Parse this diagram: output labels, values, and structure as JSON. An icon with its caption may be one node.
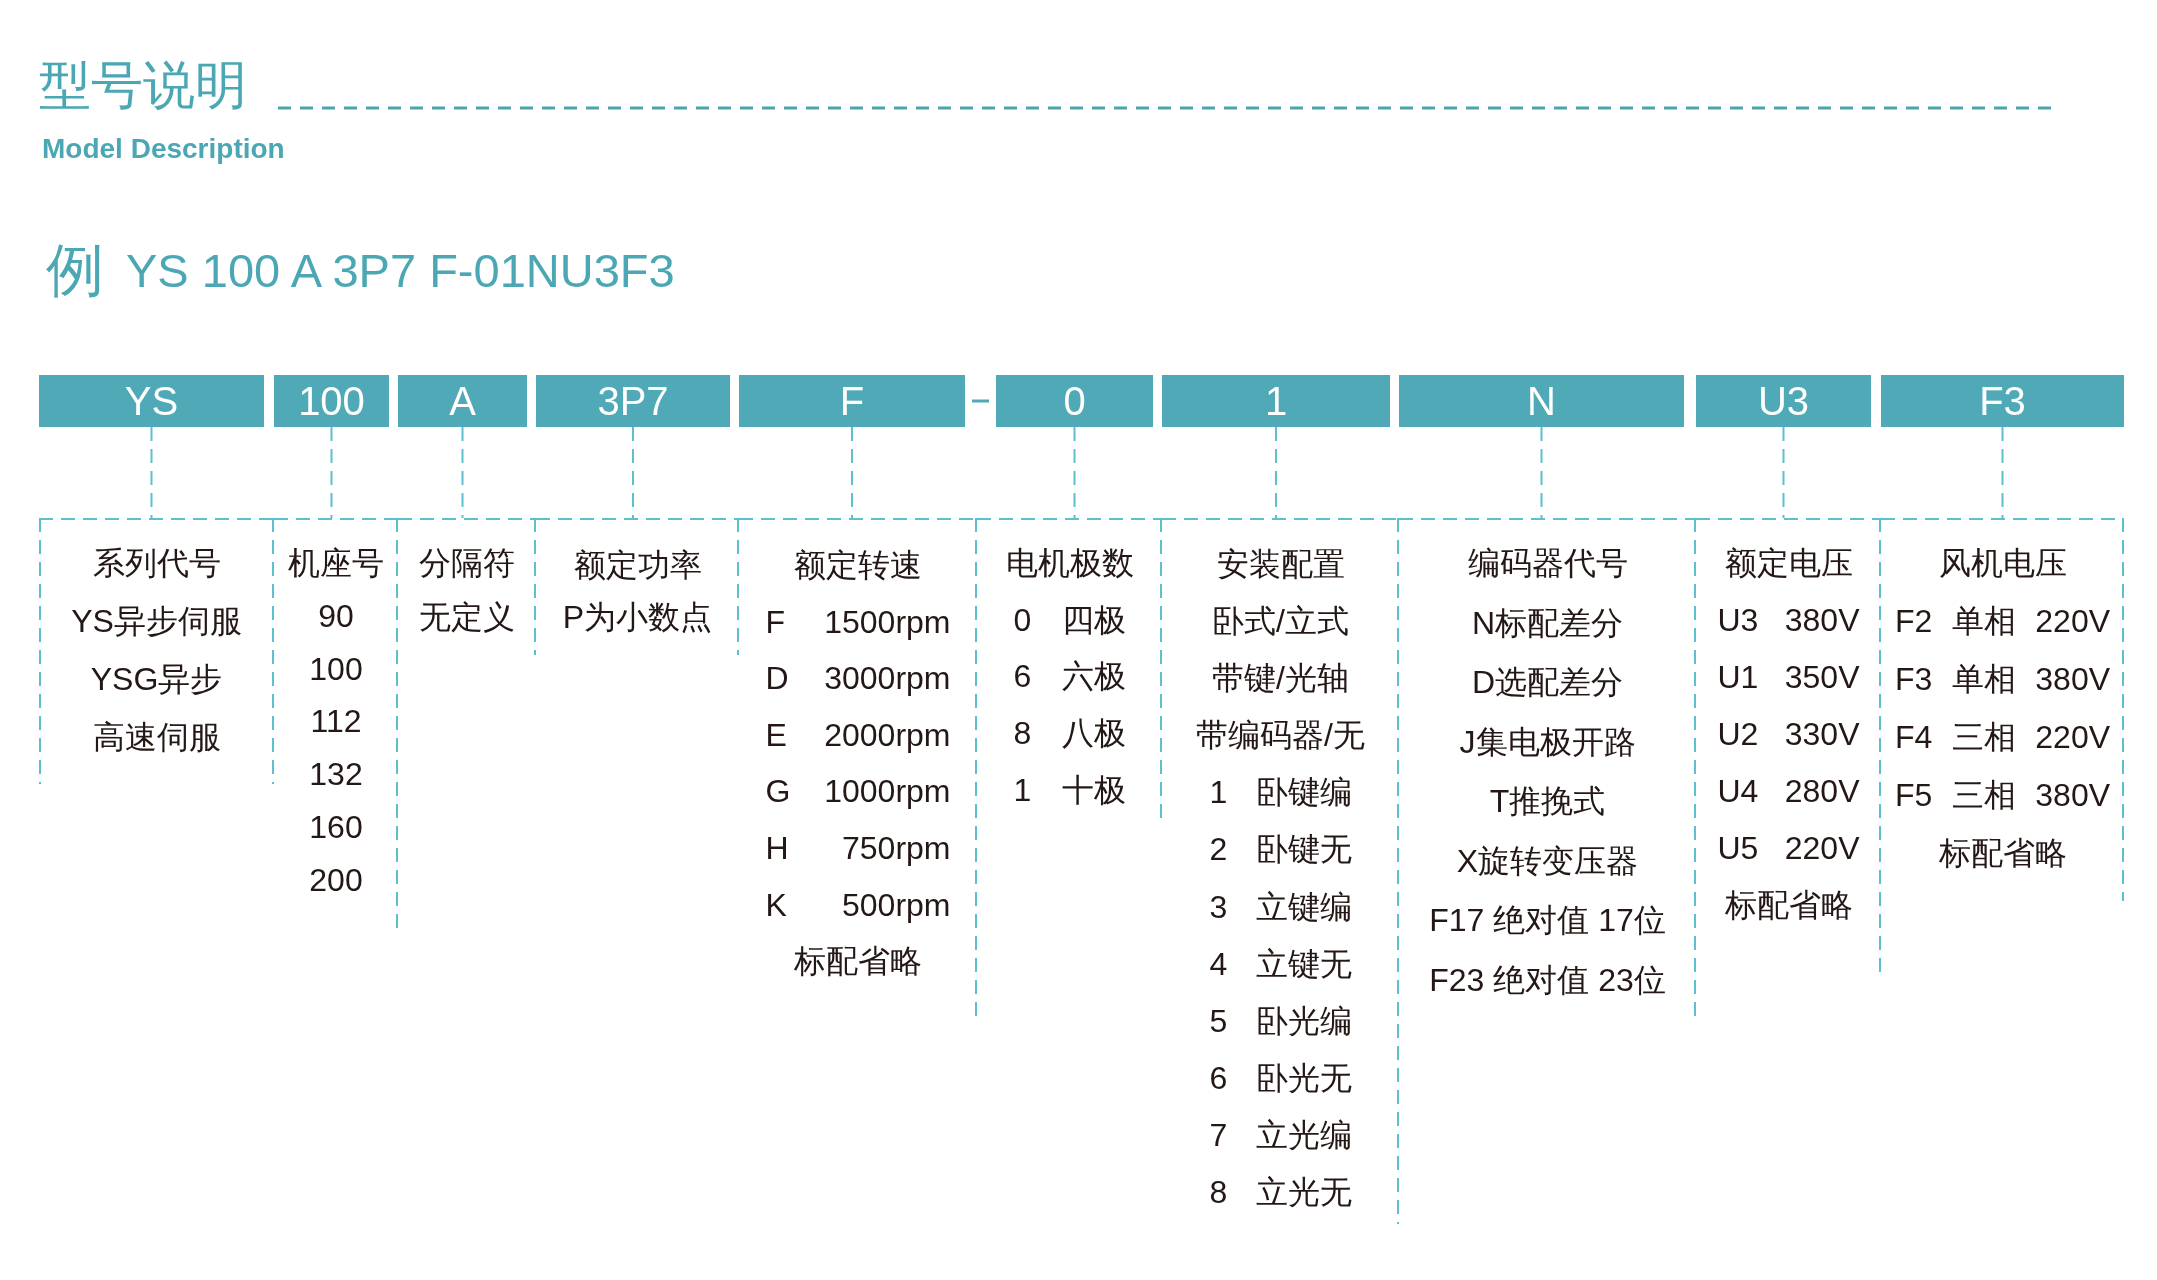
{
  "diagram": {
    "title": "型号说明",
    "nodes": [
      {
        "text": [
          "YS"
        ]
      },
      {
        "text": [
          "100"
        ]
      },
      {
        "text": [
          "A"
        ]
      },
      {
        "text": [
          "3P7"
        ]
      },
      {
        "text": [
          "F"
        ]
      },
      {
        "text": [
          "0"
        ]
      },
      {
        "text": [
          "1"
        ]
      },
      {
        "text": [
          "N"
        ]
      },
      {
        "text": [
          "U3"
        ]
      },
      {
        "text": [
          "F3"
        ]
      },
      {
        "text": [
          "系列代号",
          "YS异步伺服",
          "YSG异步",
          "高速伺服"
        ]
      },
      {
        "text": [
          "机座号",
          "90",
          "100",
          "112",
          "132",
          "160",
          "200"
        ]
      },
      {
        "text": [
          "分隔符",
          "无定义"
        ]
      },
      {
        "text": [
          "额定功率",
          "P为小数点"
        ]
      },
      {
        "text": [
          "额定转速",
          "F 1500rpm",
          "D 3000rpm",
          "E 2000rpm",
          "G 1000rpm",
          "H 750rpm",
          "K 500rpm",
          "标配省略"
        ]
      },
      {
        "text": [
          "电机极数",
          "0 四极",
          "6 六极",
          "8 八极",
          "1 十极"
        ]
      },
      {
        "text": [
          "安装配置",
          "卧式/立式",
          "带键/光轴",
          "带编码器/无",
          "1 卧键编",
          "2 卧键无",
          "3 立键编",
          "4 立键无",
          "5 卧光编",
          "6 卧光无",
          "7 立光编",
          "8 立光无"
        ]
      },
      {
        "text": [
          "编码器代号",
          "N标配差分",
          "D选配差分",
          "J集电极开路",
          "T推挽式",
          "X旋转变压器",
          "F17 绝对值 17位",
          "F23 绝对值 23位"
        ]
      },
      {
        "text": [
          "额定电压",
          "U3 380V",
          "U1 350V",
          "U2 330V",
          "U4 280V",
          "U5 220V",
          "标配省略"
        ]
      },
      {
        "text": [
          "风机电压",
          "F2 单相 220V",
          "F3 单相 380V",
          "F4 三相 220V",
          "F5 三相 380V",
          "标配省略"
        ]
      }
    ],
    "edges": [
      {
        "from": 0,
        "to": 10,
        "arrow": "none",
        "style": "dashed"
      },
      {
        "from": 1,
        "to": 11,
        "arrow": "none",
        "style": "dashed"
      },
      {
        "from": 2,
        "to": 12,
        "arrow": "none",
        "style": "dashed"
      },
      {
        "from": 3,
        "to": 13,
        "arrow": "none",
        "style": "dashed"
      },
      {
        "from": 4,
        "to": 14,
        "arrow": "none",
        "style": "dashed"
      },
      {
        "from": 5,
        "to": 15,
        "arrow": "none",
        "style": "dashed"
      },
      {
        "from": 6,
        "to": 16,
        "arrow": "none",
        "style": "dashed"
      },
      {
        "from": 7,
        "to": 17,
        "arrow": "none",
        "style": "dashed"
      },
      {
        "from": 8,
        "to": 18,
        "arrow": "none",
        "style": "dashed"
      },
      {
        "from": 9,
        "to": 19,
        "arrow": "none",
        "style": "dashed"
      }
    ],
    "labels": [
      "Model Description",
      "例",
      "YS 100 A 3P7 F-01NU3F3"
    ]
  }
}
